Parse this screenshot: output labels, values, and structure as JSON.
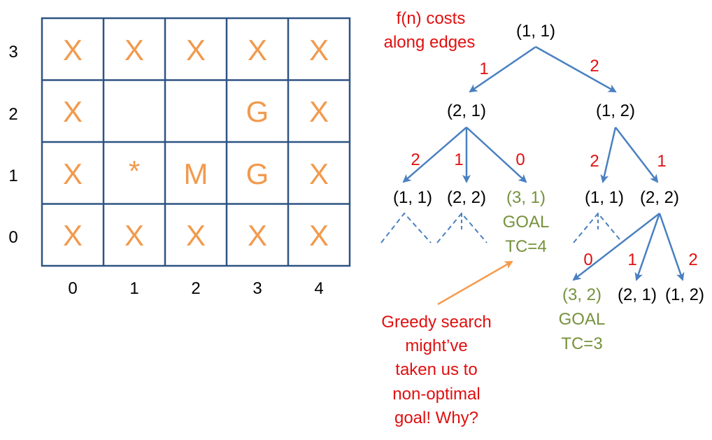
{
  "colors": {
    "grid_line": "#2e5483",
    "cell_text": "#f19a4e",
    "edge": "#4a80c0",
    "edge_label": "#e01010",
    "goal_text": "#76923c",
    "note_text": "#e01010",
    "orange_arrow": "#f59a4a"
  },
  "grid": {
    "cells": [
      [
        "X",
        "X",
        "X",
        "X",
        "X"
      ],
      [
        "X",
        "",
        "",
        "G",
        "X"
      ],
      [
        "X",
        "*",
        "M",
        "G",
        "X"
      ],
      [
        "X",
        "X",
        "X",
        "X",
        "X"
      ]
    ],
    "row_labels": [
      "3",
      "2",
      "1",
      "0"
    ],
    "col_labels": [
      "0",
      "1",
      "2",
      "3",
      "4"
    ]
  },
  "tree": {
    "caption_line1": "f(n) costs",
    "caption_line2": "along edges",
    "root": "(1, 1)",
    "level1": {
      "left": "(2, 1)",
      "right": "(1, 2)",
      "left_cost": "1",
      "right_cost": "2"
    },
    "left_children": {
      "a": "(1, 1)",
      "b": "(2, 2)",
      "c": "(3, 1)",
      "a_cost": "2",
      "b_cost": "1",
      "c_cost": "0",
      "c_goal": "GOAL",
      "c_tc": "TC=4"
    },
    "right_children": {
      "a": "(1, 1)",
      "b": "(2, 2)",
      "a_cost": "2",
      "b_cost": "1"
    },
    "right_grandchildren": {
      "a": "(3, 2)",
      "b": "(2, 1)",
      "c": "(1, 2)",
      "a_cost": "0",
      "b_cost": "1",
      "c_cost": "2",
      "a_goal": "GOAL",
      "a_tc": "TC=3"
    }
  },
  "note": {
    "line1": "Greedy search",
    "line2": "might’ve",
    "line3": "taken us to",
    "line4": "non-optimal",
    "line5": "goal! Why?"
  }
}
